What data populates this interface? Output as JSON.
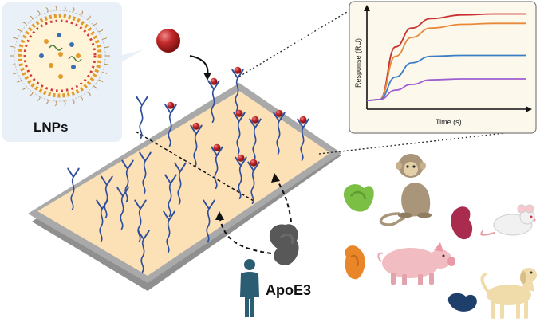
{
  "labels": {
    "lnps": "LNPs",
    "apoe3": "ApoE3"
  },
  "chart_data": {
    "type": "line",
    "title": "",
    "xlabel": "Time (s)",
    "ylabel": "Response (RU)",
    "xlim": [
      0,
      100
    ],
    "ylim": [
      0,
      100
    ],
    "grid": false,
    "series": [
      {
        "color": "#c8312f",
        "x": [
          0,
          8,
          18,
          28,
          40,
          60,
          80,
          100
        ],
        "y": [
          5,
          6,
          62,
          82,
          92,
          96,
          97,
          97
        ]
      },
      {
        "color": "#e8893a",
        "x": [
          0,
          8,
          18,
          28,
          40,
          60,
          80,
          100
        ],
        "y": [
          5,
          6,
          52,
          72,
          82,
          86,
          87,
          87
        ]
      },
      {
        "color": "#3a7fc6",
        "x": [
          0,
          8,
          18,
          28,
          40,
          60,
          80,
          100
        ],
        "y": [
          5,
          6,
          30,
          45,
          52,
          53,
          53,
          53
        ]
      },
      {
        "color": "#9d5fd1",
        "x": [
          0,
          8,
          18,
          28,
          40,
          60,
          80,
          100
        ],
        "y": [
          5,
          6,
          16,
          22,
          27,
          28,
          28,
          28
        ]
      }
    ]
  },
  "colors": {
    "chip_surface": "#fce0b6",
    "chip_frame": "#a9a9a9",
    "chart_background": "#fdf8ec",
    "antibody": "#2f4f9d",
    "lnp_particle": "#b22020",
    "human": "#2b5d73",
    "apoe3_protein": "#585858",
    "protein_green": "#7bbf45",
    "protein_magenta": "#a92c4f",
    "protein_orange": "#e9862a",
    "protein_navy": "#1f3f6b"
  },
  "icons": [
    "lnp-cross-section-icon",
    "lnp-particle-icon",
    "antibody-icon",
    "human-icon",
    "monkey-icon",
    "mouse-icon",
    "pig-icon",
    "dog-icon"
  ]
}
